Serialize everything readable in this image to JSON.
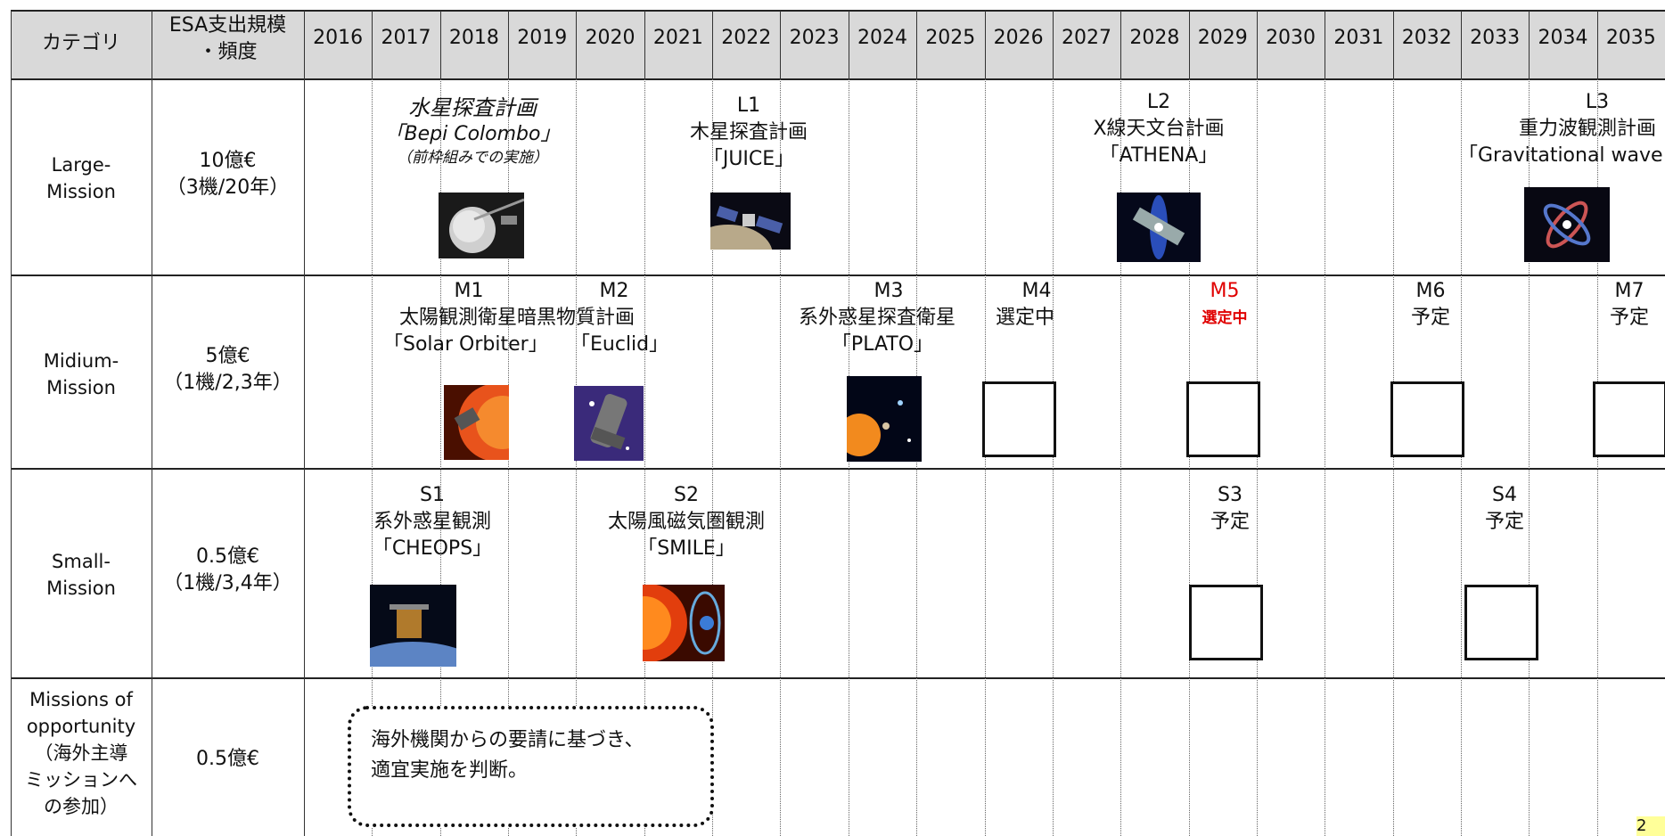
{
  "header": {
    "category": "カテゴリ",
    "scale_line1": "ESA支出規模",
    "scale_line2": "・頻度",
    "years": [
      "2016",
      "2017",
      "2018",
      "2019",
      "2020",
      "2021",
      "2022",
      "2023",
      "2024",
      "2025",
      "2026",
      "2027",
      "2028",
      "2029",
      "2030",
      "2031",
      "2032",
      "2033",
      "2034",
      "2035"
    ]
  },
  "rows": [
    {
      "category_line1": "Large-",
      "category_line2": "Mission",
      "scale_line1": "10億€",
      "scale_line2": "（3機/20年）"
    },
    {
      "category_line1": "Midium-",
      "category_line2": "Mission",
      "scale_line1": "5億€",
      "scale_line2": "（1機/2,3年）"
    },
    {
      "category_line1": "Small-",
      "category_line2": "Mission",
      "scale_line1": "0.5億€",
      "scale_line2": "（1機/3,4年）"
    },
    {
      "category_lines": [
        "Missions of",
        "opportunity",
        "（海外主導",
        "ミッションへ",
        "の参加）"
      ],
      "scale_line1": "0.5億€"
    }
  ],
  "large": {
    "bepi": {
      "line1": "水星探査計画",
      "line2": "「Bepi Colombo」",
      "line3": "（前枠組みでの実施）"
    },
    "l1": {
      "code": "L1",
      "name": "木星探査計画",
      "project": "「JUICE」"
    },
    "l2": {
      "code": "L2",
      "name": "X線天文台計画",
      "project": "「ATHENA」"
    },
    "l3": {
      "code": "L3",
      "name": "重力波観測計画",
      "project": "「Gravitational wave"
    }
  },
  "medium": {
    "m1": {
      "code": "M1",
      "name": "太陽観測衛星",
      "project": "「Solar Orbiter」"
    },
    "m2": {
      "code": "M2",
      "name": "暗黒物質計画",
      "project": "「Euclid」"
    },
    "m3": {
      "code": "M3",
      "name": "系外惑星探査衛星",
      "project": "「PLATO」"
    },
    "m4": {
      "code": "M4",
      "status": "選定中"
    },
    "m5": {
      "code": "M5",
      "status": "選定中"
    },
    "m6": {
      "code": "M6",
      "status": "予定"
    },
    "m7": {
      "code": "M7",
      "status": "予定"
    }
  },
  "small": {
    "s1": {
      "code": "S1",
      "name": "系外惑星観測",
      "project": "「CHEOPS」"
    },
    "s2": {
      "code": "S2",
      "name": "太陽風磁気圏観測",
      "project": "「SMILE」"
    },
    "s3": {
      "code": "S3",
      "status": "予定"
    },
    "s4": {
      "code": "S4",
      "status": "予定"
    }
  },
  "opportunity": {
    "note_line1": "海外機関からの要請に基づき、",
    "note_line2": "適宜実施を判断。"
  },
  "colors": {
    "header_bg": "#d9d9d9",
    "highlight_red": "#e00000",
    "page_number_bg": "#ffff99"
  },
  "page_number": "2"
}
